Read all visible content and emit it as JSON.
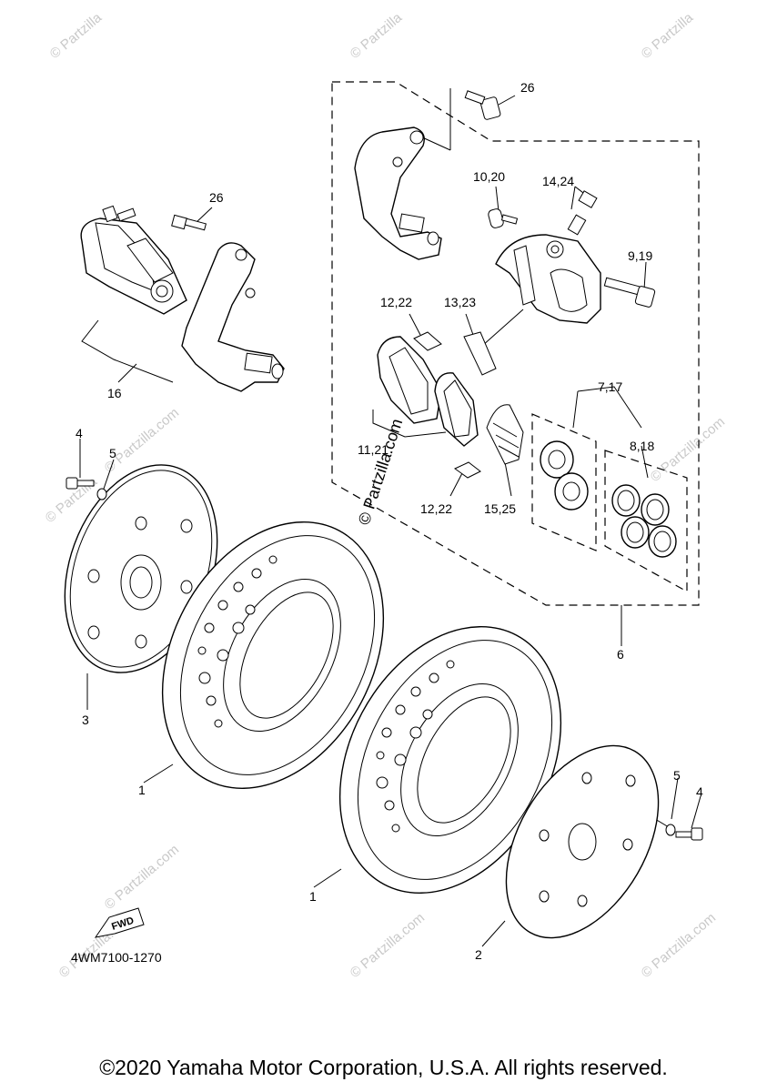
{
  "callouts": {
    "c26a": "26",
    "c26b": "26",
    "c10_20": "10,20",
    "c14_24": "14,24",
    "c9_19": "9,19",
    "c12_22a": "12,22",
    "c13_23": "13,23",
    "c16": "16",
    "c7_17": "7,17",
    "c8_18": "8,18",
    "c11_21": "11,21",
    "c4a": "4",
    "c5a": "5",
    "c12_22b": "12,22",
    "c15_25": "15,25",
    "c6": "6",
    "c3": "3",
    "c1a": "1",
    "c1b": "1",
    "c5b": "5",
    "c4b": "4",
    "c2": "2"
  },
  "watermark": {
    "small": "© Partzilla",
    "small_com": "© Partzilla.com",
    "big": "© Partzilla.com"
  },
  "fwd_label": "FWD",
  "diagram_code": "4WM7100-1270",
  "copyright": "©2020 Yamaha Motor Corporation, U.S.A. All rights reserved."
}
